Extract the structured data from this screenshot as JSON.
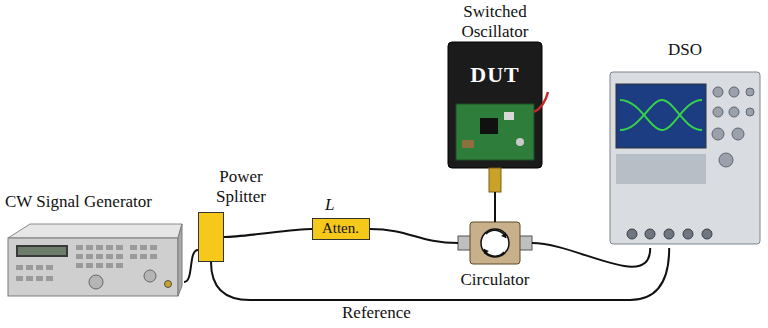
{
  "diagram": {
    "nodes": [
      {
        "text": [
          "Switched Oscillator",
          "DUT"
        ]
      },
      {
        "text": [
          "CW Signal Generator"
        ]
      },
      {
        "text": [
          "Power Splitter"
        ]
      },
      {
        "text": [
          "L",
          "Atten."
        ]
      },
      {
        "text": [
          "Circulator"
        ]
      },
      {
        "text": [
          "DSO"
        ]
      }
    ],
    "edges": [
      {
        "from": 1,
        "to": 2,
        "arrow": "none"
      },
      {
        "from": 2,
        "to": 3,
        "arrow": "none"
      },
      {
        "from": 3,
        "to": 4,
        "arrow": "none"
      },
      {
        "from": 0,
        "to": 4,
        "arrow": "none"
      },
      {
        "from": 4,
        "to": 5,
        "arrow": "none"
      },
      {
        "from": 2,
        "to": 5,
        "label": "Reference",
        "arrow": "none"
      }
    ]
  }
}
